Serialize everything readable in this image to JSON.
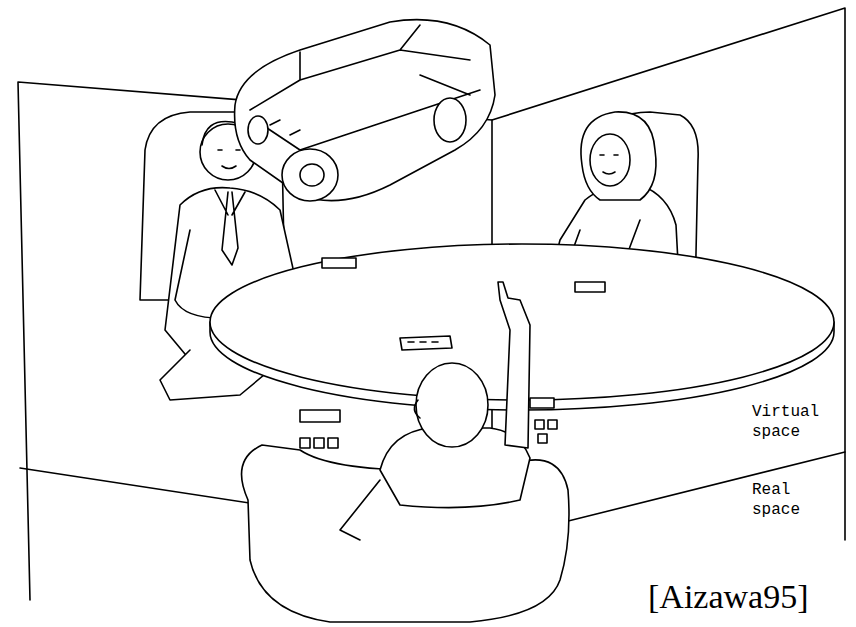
{
  "diagram": {
    "labels": [
      "Virtual space",
      "Real space",
      "[Aizawa95]"
    ]
  }
}
